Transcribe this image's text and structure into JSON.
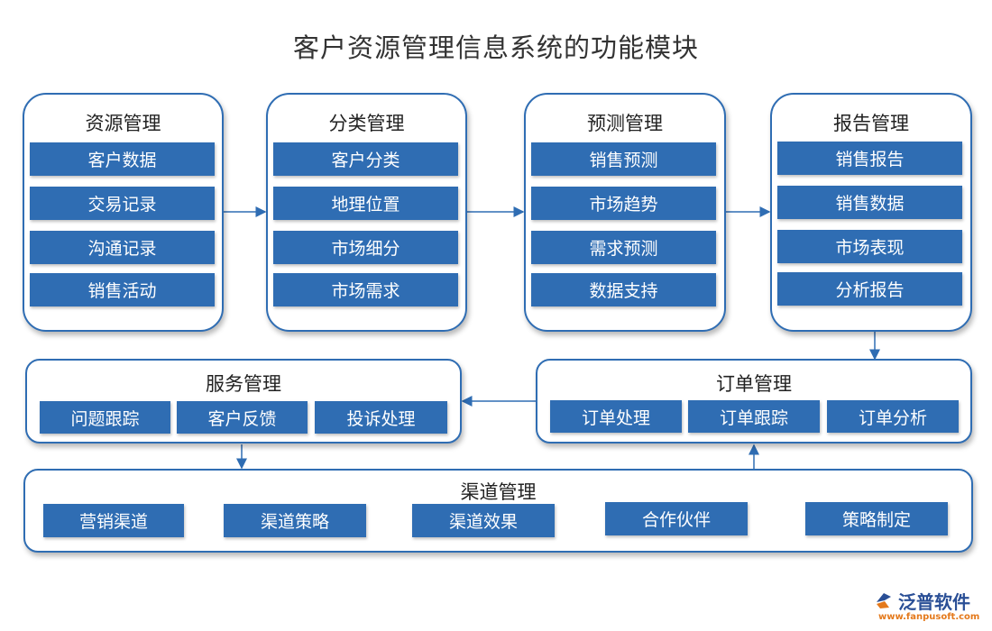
{
  "title": "客户资源管理信息系统的功能模块",
  "modules": {
    "resource": {
      "title": "资源管理",
      "items": [
        "客户数据",
        "交易记录",
        "沟通记录",
        "销售活动"
      ]
    },
    "classify": {
      "title": "分类管理",
      "items": [
        "客户分类",
        "地理位置",
        "市场细分",
        "市场需求"
      ]
    },
    "forecast": {
      "title": "预测管理",
      "items": [
        "销售预测",
        "市场趋势",
        "需求预测",
        "数据支持"
      ]
    },
    "report": {
      "title": "报告管理",
      "items": [
        "销售报告",
        "销售数据",
        "市场表现",
        "分析报告"
      ]
    },
    "service": {
      "title": "服务管理",
      "items": [
        "问题跟踪",
        "客户反馈",
        "投诉处理"
      ]
    },
    "order": {
      "title": "订单管理",
      "items": [
        "订单处理",
        "订单跟踪",
        "订单分析"
      ]
    },
    "channel": {
      "title": "渠道管理",
      "items": [
        "营销渠道",
        "渠道策略",
        "渠道效果",
        "合作伙伴",
        "策略制定"
      ]
    }
  },
  "logo": {
    "name": "泛普软件",
    "url": "www.fanpusoft.com"
  },
  "colors": {
    "accent": "#2f6db3",
    "title_text": "#333333",
    "logo_url": "#e4791b"
  }
}
